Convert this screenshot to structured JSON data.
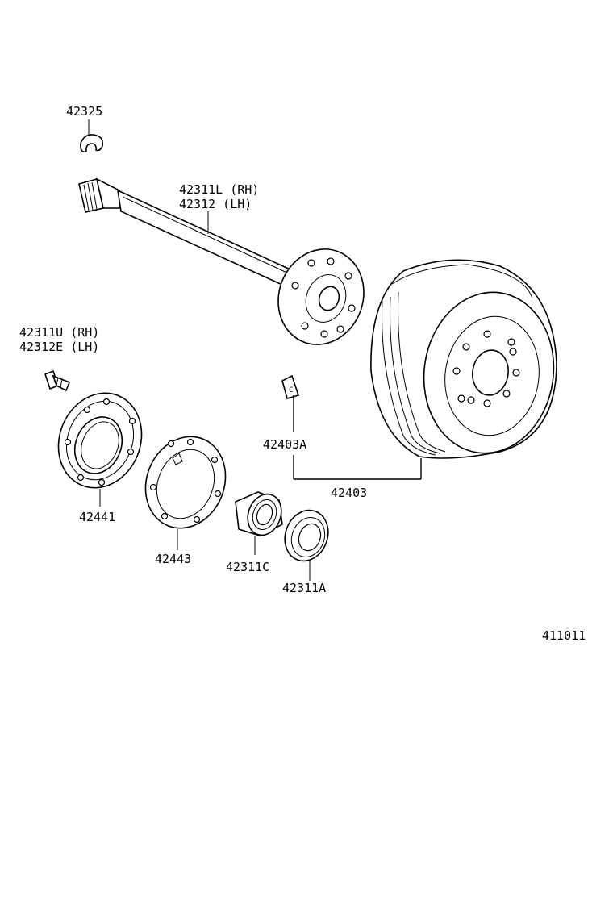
{
  "labels": {
    "p42325": "42325",
    "p42311L": "42311L (RH)",
    "p42312": "42312  (LH)",
    "p42311U": "42311U (RH)",
    "p42312E": "42312E (LH)",
    "p42403A": "42403A",
    "p42403": "42403",
    "p42441": "42441",
    "p42443": "42443",
    "p42311C": "42311C",
    "p42311A": "42311A",
    "drawing_no": "411011"
  }
}
